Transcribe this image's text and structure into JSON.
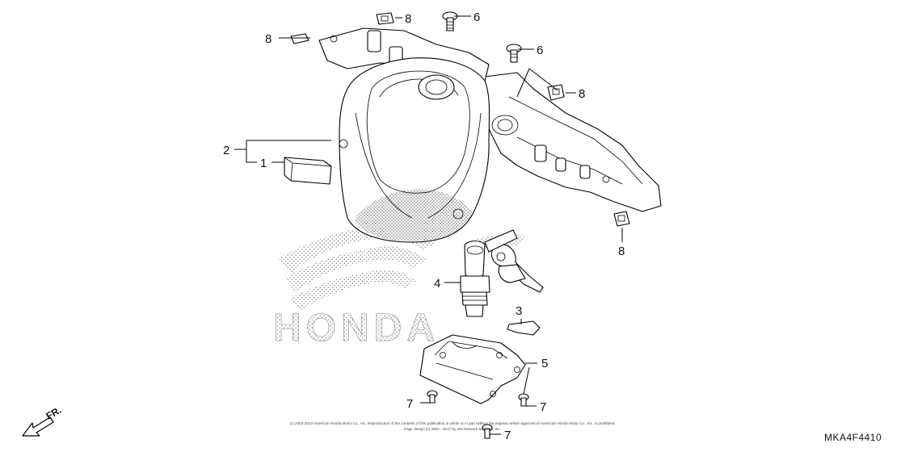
{
  "diagram": {
    "callouts": {
      "c1": "1",
      "c2": "2",
      "c3": "3",
      "c4": "4",
      "c5": "5",
      "c6a": "6",
      "c6b": "6",
      "c7a": "7",
      "c7b": "7",
      "c7c": "7",
      "c8a": "8",
      "c8b": "8",
      "c8c": "8",
      "c8d": "8"
    },
    "direction_label": "FR.",
    "watermark_text": "HONDA",
    "copyright_line1": "(c) 2003-2013 American Honda Motor Co., Inc. Reproduction of the contents of this publication in whole or in part without the express written approval of American Honda Motor Co., Inc. is prohibited.",
    "copyright_line2": "Page design (c) 2004 - 2017 by ARI Network Services, Inc.",
    "diagram_code": "MKA4F4410"
  }
}
